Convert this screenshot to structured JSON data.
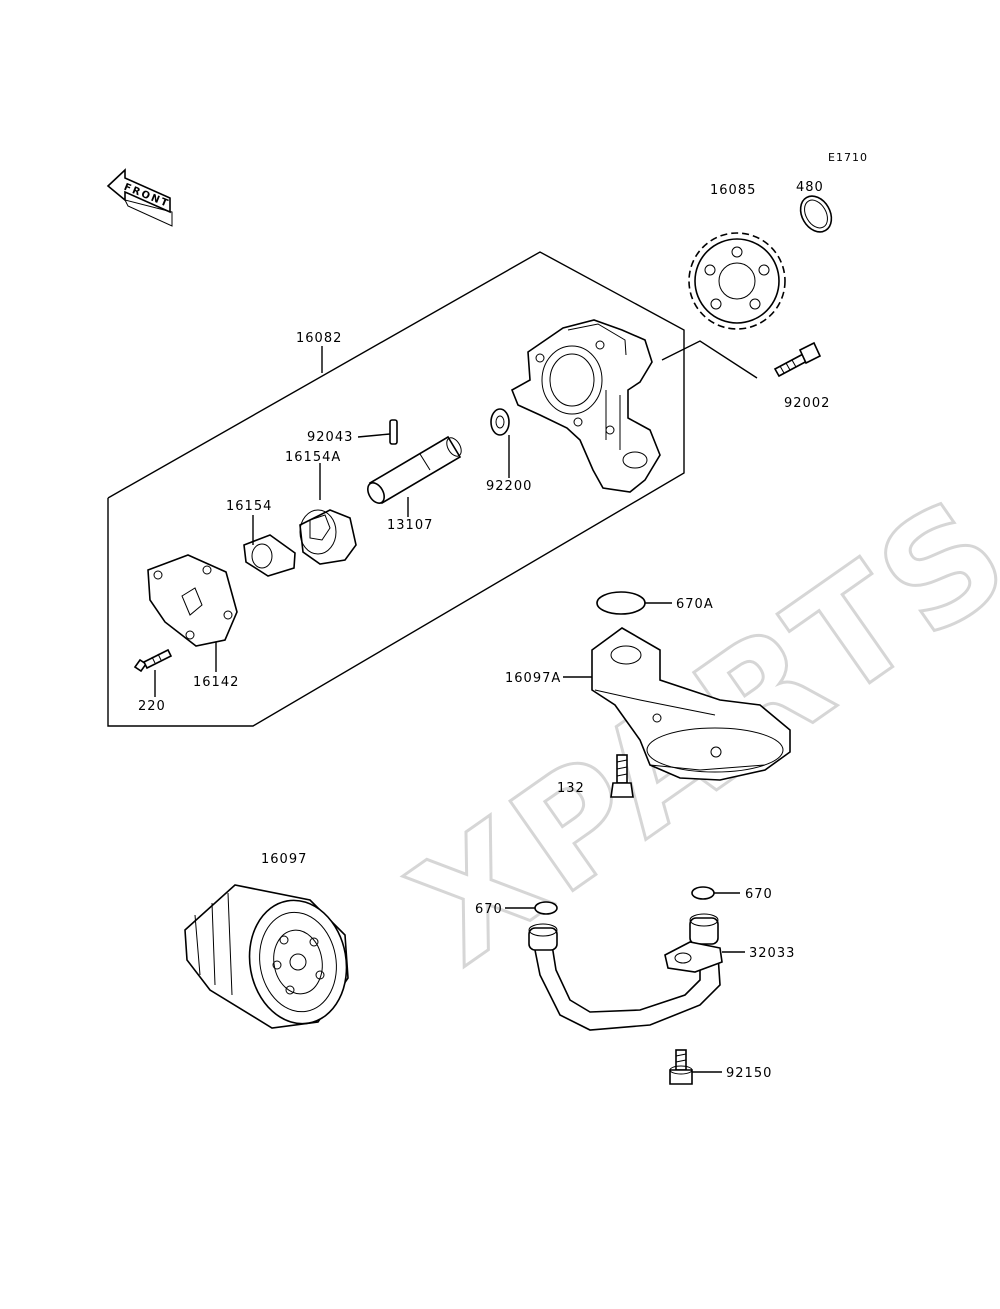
{
  "diagram_code": "E1710",
  "front_label": "FRONT",
  "watermark": "XPARTS",
  "colors": {
    "line": "#000000",
    "watermark": "#d6d6d6",
    "background": "#ffffff"
  },
  "parts": [
    {
      "id": "p16085",
      "label": "16085"
    },
    {
      "id": "p480",
      "label": "480"
    },
    {
      "id": "p16082",
      "label": "16082"
    },
    {
      "id": "p92002",
      "label": "92002"
    },
    {
      "id": "p92043",
      "label": "92043"
    },
    {
      "id": "p16154A",
      "label": "16154A"
    },
    {
      "id": "p92200",
      "label": "92200"
    },
    {
      "id": "p16154",
      "label": "16154"
    },
    {
      "id": "p13107",
      "label": "13107"
    },
    {
      "id": "p670A",
      "label": "670A"
    },
    {
      "id": "p16097A",
      "label": "16097A"
    },
    {
      "id": "p16142",
      "label": "16142"
    },
    {
      "id": "p220",
      "label": "220"
    },
    {
      "id": "p132",
      "label": "132"
    },
    {
      "id": "p16097",
      "label": "16097"
    },
    {
      "id": "p670a",
      "label": "670"
    },
    {
      "id": "p670b",
      "label": "670"
    },
    {
      "id": "p32033",
      "label": "32033"
    },
    {
      "id": "p92150",
      "label": "92150"
    }
  ]
}
